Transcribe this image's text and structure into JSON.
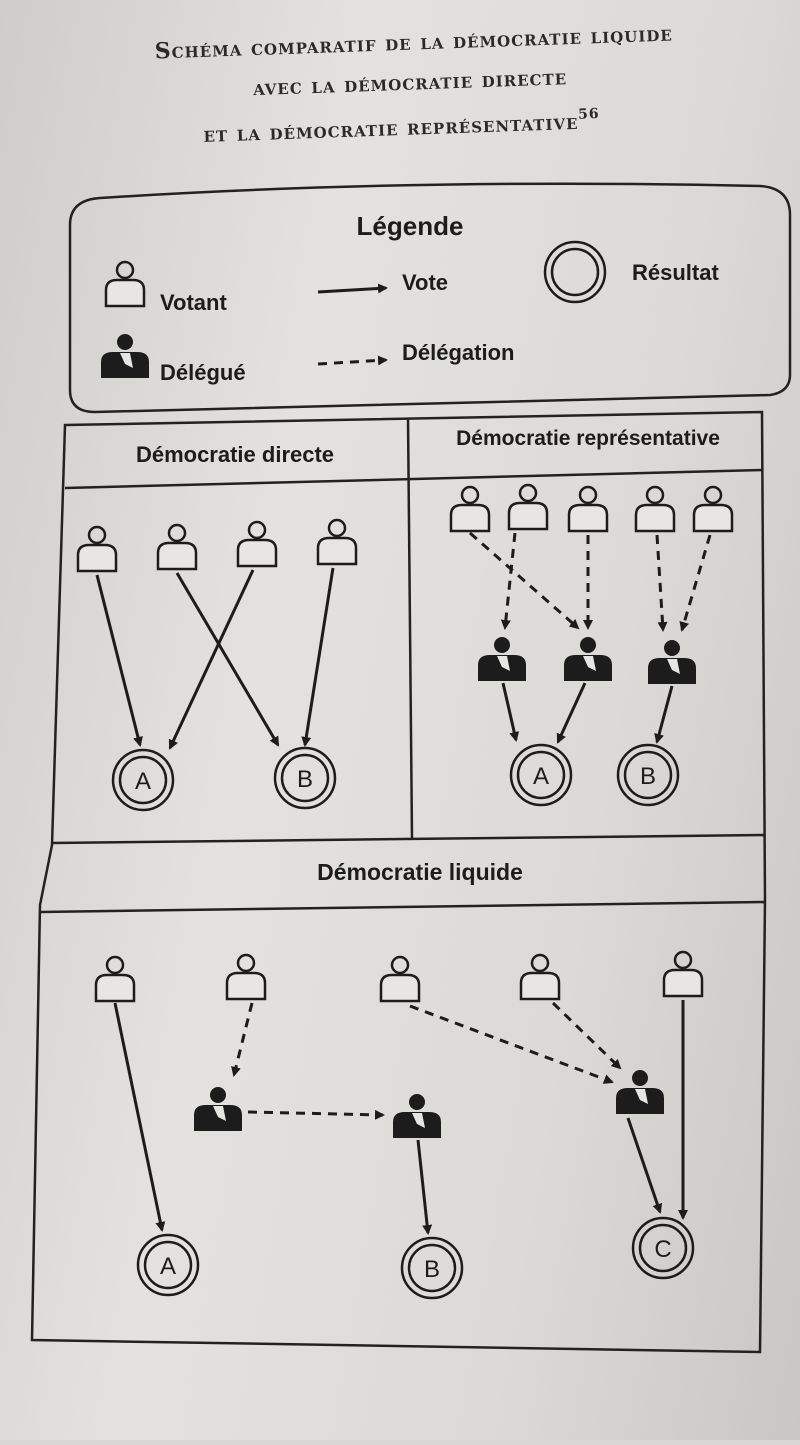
{
  "title": {
    "line1": "Schéma comparatif de la démocratie liquide",
    "line2": "avec la démocratie directe",
    "line3": "et la démocratie représentative",
    "footnote": "56"
  },
  "legend": {
    "heading": "Légende",
    "voter": "Votant",
    "vote": "Vote",
    "result": "Résultat",
    "delegate": "Délégué",
    "delegation": "Délégation"
  },
  "panels": {
    "direct": {
      "title": "Démocratie directe",
      "results": [
        "A",
        "B"
      ]
    },
    "representative": {
      "title": "Démocratie représentative",
      "results": [
        "A",
        "B"
      ]
    },
    "liquid": {
      "title": "Démocratie liquide",
      "results": [
        "A",
        "B",
        "C"
      ]
    }
  },
  "colors": {
    "ink": "#1c1c1c",
    "paper": "#dcdad6"
  }
}
